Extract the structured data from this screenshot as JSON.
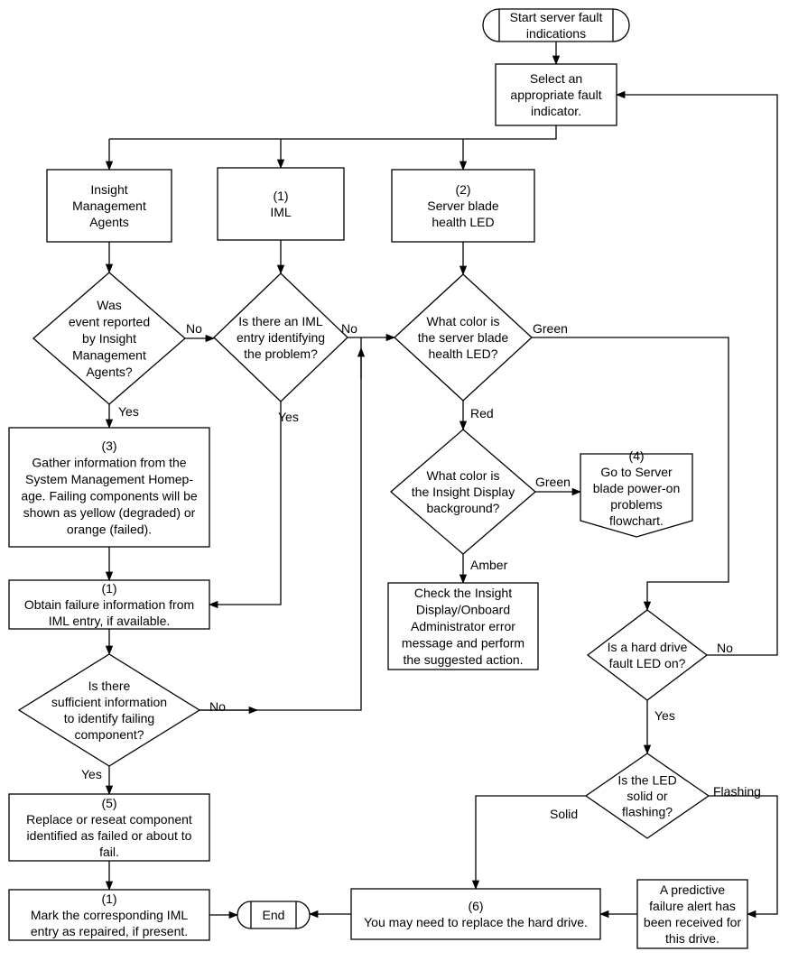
{
  "nodes": {
    "start": [
      "Start server fault",
      "indications"
    ],
    "select": [
      "Select an",
      "appropriate fault",
      "indicator."
    ],
    "agents": [
      "Insight",
      "Management",
      "Agents"
    ],
    "iml": [
      "(1)",
      "IML"
    ],
    "health_led": [
      "(2)",
      "Server blade",
      "health LED"
    ],
    "q_reported": [
      "Was",
      "event reported",
      "by Insight",
      "Management",
      "Agents?"
    ],
    "q_iml_entry": [
      "Is there an IML",
      "entry identifying",
      "the problem?"
    ],
    "q_led_color": [
      "What color is",
      "the server blade",
      "health LED?"
    ],
    "gather": [
      "(3)",
      "Gather information from the",
      "System Management Homep-",
      "age. Failing components will be",
      "shown as yellow (degraded) or",
      "orange (failed)."
    ],
    "q_display_color": [
      "What color is",
      "the Insight Display",
      "background?"
    ],
    "power_on": [
      "(4)",
      "Go to Server",
      "blade power-on",
      "problems",
      "flowchart."
    ],
    "obtain": [
      "(1)",
      "Obtain failure information from",
      "IML entry, if available."
    ],
    "check_display": [
      "Check the Insight",
      "Display/Onboard",
      "Administrator error",
      "message and perform",
      "the suggested action."
    ],
    "q_sufficient": [
      "Is there",
      "sufficient information",
      "to identify failing",
      "component?"
    ],
    "q_hdd_led": [
      "Is a hard drive",
      "fault LED on?"
    ],
    "q_led_state": [
      "Is the LED",
      "solid or",
      "flashing?"
    ],
    "replace": [
      "(5)",
      "Replace or reseat component",
      "identified as failed or about to",
      "fail."
    ],
    "mark": [
      "(1)",
      "Mark the corresponding IML",
      "entry as repaired, if present."
    ],
    "end": [
      "End"
    ],
    "replace_drive": [
      "(6)",
      "You may need to replace the hard drive."
    ],
    "predictive": [
      "A predictive",
      "failure alert has",
      "been received for",
      "this drive."
    ]
  },
  "edge_labels": {
    "no_1": "No",
    "no_2": "No",
    "green_1": "Green",
    "yes_1": "Yes",
    "yes_2": "Yes",
    "red": "Red",
    "green_2": "Green",
    "amber": "Amber",
    "no_3": "No",
    "no_4": "No",
    "yes_3": "Yes",
    "yes_4": "Yes",
    "flashing": "Flashing",
    "solid": "Solid"
  }
}
